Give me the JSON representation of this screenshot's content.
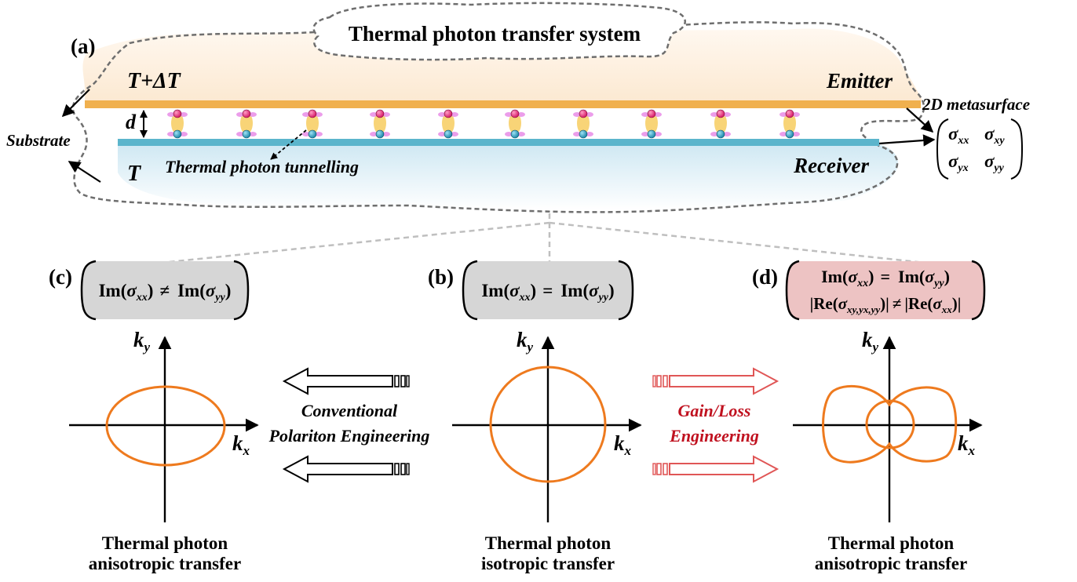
{
  "colors": {
    "emitter_bar": "#F0B04E",
    "emitter_fill": "#FDF1E2",
    "receiver_bar": "#5BB5CC",
    "receiver_fill": "#DDEFF6",
    "ellipse": "#EE7A1E",
    "grey_box": "#D6D6D6",
    "pink_box": "#EDC3C3",
    "red_text": "#C0111F",
    "red_arrow": "#E05656",
    "dashed_outline": "#6E6E6E",
    "guide_lines": "#BFBFBF",
    "atom_top": "#E0186A",
    "atom_bottom": "#1E8FB4",
    "dipole_glow": "#F5C64A",
    "dipole_lobe": "#E88CE6"
  },
  "panel_a": {
    "label": "(a)",
    "title": "Thermal photon transfer system",
    "hot_temperature": "T+ΔT",
    "emitter": "Emitter",
    "gap": "d",
    "substrate": "Substrate",
    "tunnelling": "Thermal photon tunnelling",
    "cold_temperature": "T",
    "receiver": "Receiver",
    "metasurface": "2D metasurface",
    "sigma_xx": "σ",
    "sigma_xx_sub": "xx",
    "sigma_xy": "σ",
    "sigma_xy_sub": "xy",
    "sigma_yx": "σ",
    "sigma_yx_sub": "yx",
    "sigma_yy": "σ",
    "sigma_yy_sub": "yy"
  },
  "panel_c": {
    "label": "(c)",
    "cond_im1": "Im(",
    "cond_s1": "σ",
    "cond_sub1": "xx",
    "cond_close1": ")",
    "cond_op": "≠",
    "cond_im2": "Im(",
    "cond_s2": "σ",
    "cond_sub2": "yy",
    "cond_close2": ")",
    "axis_y": "k",
    "axis_y_sub": "y",
    "axis_x": "k",
    "axis_x_sub": "x",
    "caption_line1": "Thermal photon",
    "caption_line2": "anisotropic transfer"
  },
  "panel_b": {
    "label": "(b)",
    "cond_im1": "Im(",
    "cond_s1": "σ",
    "cond_sub1": "xx",
    "cond_close1": ")",
    "cond_op": "=",
    "cond_im2": "Im(",
    "cond_s2": "σ",
    "cond_sub2": "yy",
    "cond_close2": ")",
    "axis_y": "k",
    "axis_y_sub": "y",
    "axis_x": "k",
    "axis_x_sub": "x",
    "caption_line1": "Thermal photon",
    "caption_line2": "isotropic transfer"
  },
  "panel_d": {
    "label": "(d)",
    "l1_im1": "Im(",
    "l1_s1": "σ",
    "l1_sub1": "xx",
    "l1_close1": ")",
    "l1_op": "=",
    "l1_im2": "Im(",
    "l1_s2": "σ",
    "l1_sub2": "yy",
    "l1_close2": ")",
    "l2_open1": "|Re(",
    "l2_s1": "σ",
    "l2_sub1": "xy,yx,yy",
    "l2_close1": ")|",
    "l2_op": "≠",
    "l2_open2": "|Re(",
    "l2_s2": "σ",
    "l2_sub2": "xx",
    "l2_close2": ")|",
    "axis_y": "k",
    "axis_y_sub": "y",
    "axis_x": "k",
    "axis_x_sub": "x",
    "caption_line1": "Thermal photon",
    "caption_line2": "anisotropic transfer"
  },
  "arrows": {
    "conventional_line1": "Conventional",
    "conventional_line2": "Polariton Engineering",
    "gain_line1": "Gain/Loss",
    "gain_line2": "Engineering"
  }
}
